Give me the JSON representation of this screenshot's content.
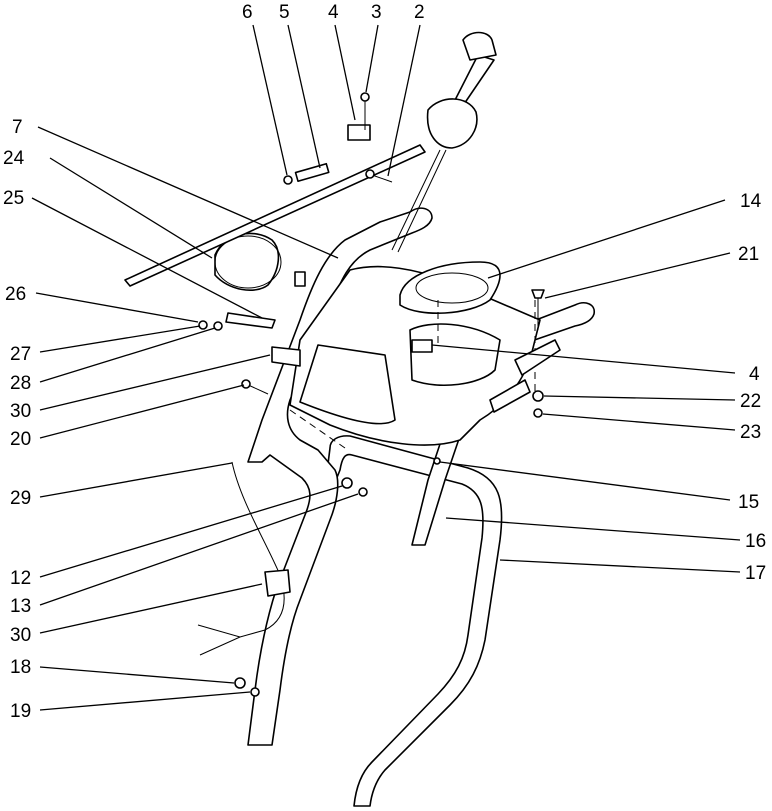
{
  "diagram": {
    "callouts": {
      "c6": "6",
      "c5": "5",
      "c4a": "4",
      "c3": "3",
      "c2": "2",
      "c7": "7",
      "c24": "24",
      "c25": "25",
      "c14": "14",
      "c21": "21",
      "c26": "26",
      "c27": "27",
      "c28": "28",
      "c4b": "4",
      "c30a": "30",
      "c22": "22",
      "c20": "20",
      "c23": "23",
      "c29": "29",
      "c15": "15",
      "c16": "16",
      "c17": "17",
      "c12": "12",
      "c13": "13",
      "c30b": "30",
      "c18": "18",
      "c19": "19"
    }
  }
}
